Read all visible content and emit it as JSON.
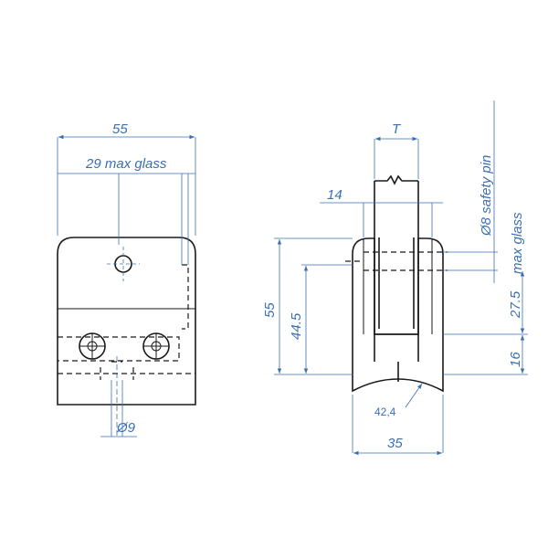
{
  "front_view": {
    "width_label": "55",
    "glass_label": "29 max glass",
    "hole_label": "Ø9"
  },
  "side_view": {
    "thickness_label": "T",
    "gasket_label": "14",
    "pin_label": "Ø8 safety pin",
    "max_glass_label": "max glass",
    "height_label": "55",
    "inner_height_label": "44.5",
    "upper_label": "27.5",
    "lower_label": "16",
    "radius_label": "42,4",
    "width_label": "35"
  }
}
